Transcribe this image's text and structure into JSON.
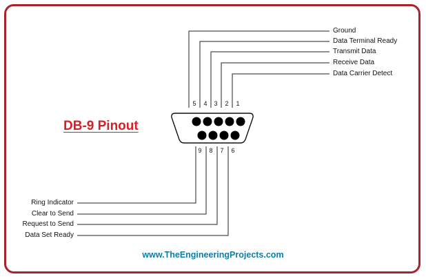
{
  "title": "DB-9 Pinout",
  "website": "www.TheEngineeringProjects.com",
  "top_pins": [
    {
      "pin": "5",
      "signal": "Ground"
    },
    {
      "pin": "4",
      "signal": "Data Terminal Ready"
    },
    {
      "pin": "3",
      "signal": "Transmit Data"
    },
    {
      "pin": "2",
      "signal": "Receive Data"
    },
    {
      "pin": "1",
      "signal": "Data Carrier Detect"
    }
  ],
  "bottom_pins": [
    {
      "pin": "9",
      "signal": "Ring Indicator"
    },
    {
      "pin": "8",
      "signal": "Clear to Send"
    },
    {
      "pin": "7",
      "signal": "Request to Send"
    },
    {
      "pin": "6",
      "signal": "Data Set Ready"
    }
  ],
  "colors": {
    "frame": "#a8232e",
    "title": "#d81f26",
    "website": "#0a7fa8",
    "line": "#222222"
  }
}
